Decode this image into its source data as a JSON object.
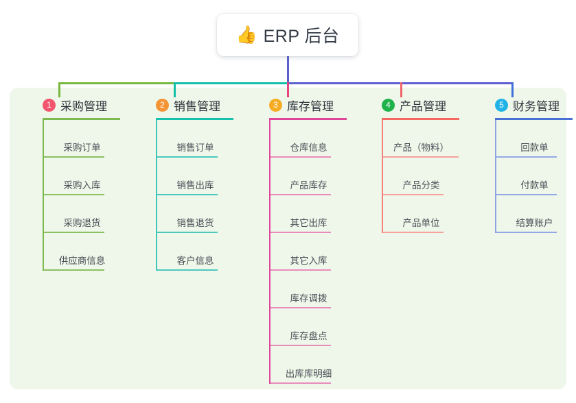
{
  "root": {
    "icon": "thumbs-up-icon",
    "emoji": "👍",
    "title": "ERP 后台"
  },
  "panel": {
    "background": "#eef7e9"
  },
  "connectors": {
    "trunk_color": "#5b5fd0",
    "segments": [
      {
        "name": "trunk-vertical",
        "color": "#5b5fd0"
      },
      {
        "name": "branch-green",
        "color": "#76b83d"
      },
      {
        "name": "branch-teal",
        "color": "#12bfa8"
      },
      {
        "name": "branch-blue",
        "color": "#5b5fd0"
      },
      {
        "name": "drop-green",
        "color": "#76b83d"
      },
      {
        "name": "drop-teal",
        "color": "#12bfa8"
      },
      {
        "name": "drop-pink",
        "color": "#e8437f"
      },
      {
        "name": "drop-red",
        "color": "#f2666b"
      },
      {
        "name": "drop-blue",
        "color": "#3f6fd8"
      }
    ]
  },
  "columns": [
    {
      "index": "1",
      "title": "采购管理",
      "badge_color": "#f2566e",
      "rule_color": "#7cb950",
      "spine_color": "#7cb950",
      "leaf_rule_color": "#8cc063",
      "header_rule_width": 113,
      "leaf_rule_width": 88,
      "items": [
        {
          "label": "采购订单"
        },
        {
          "label": "采购入库"
        },
        {
          "label": "采购退货"
        },
        {
          "label": "供应商信息"
        }
      ]
    },
    {
      "index": "2",
      "title": "销售管理",
      "badge_color": "#f59434",
      "rule_color": "#18c1ae",
      "spine_color": "#3fc5b8",
      "leaf_rule_color": "#4cc9bd",
      "header_rule_width": 113,
      "leaf_rule_width": 88,
      "items": [
        {
          "label": "销售订单"
        },
        {
          "label": "销售出库"
        },
        {
          "label": "销售退货"
        },
        {
          "label": "客户信息"
        }
      ]
    },
    {
      "index": "3",
      "title": "库存管理",
      "badge_color": "#f5ac23",
      "rule_color": "#e0479b",
      "spine_color": "#e0479b",
      "leaf_rule_color": "#e98cbc",
      "header_rule_width": 113,
      "leaf_rule_width": 88,
      "items": [
        {
          "label": "仓库信息"
        },
        {
          "label": "产品库存"
        },
        {
          "label": "其它出库"
        },
        {
          "label": "其它入库"
        },
        {
          "label": "库存调拨"
        },
        {
          "label": "库存盘点"
        },
        {
          "label": "出库库明细"
        }
      ]
    },
    {
      "index": "4",
      "title": "产品管理",
      "badge_color": "#1fb24a",
      "rule_color": "#f4685f",
      "spine_color": "#f2827c",
      "leaf_rule_color": "#f5a19c",
      "header_rule_width": 113,
      "leaf_rule_width": 88,
      "items": [
        {
          "label": "产品（物料）",
          "rule_width": 110
        },
        {
          "label": "产品分类"
        },
        {
          "label": "产品单位"
        }
      ]
    },
    {
      "index": "5",
      "title": "财务管理",
      "badge_color": "#21b3e8",
      "rule_color": "#4a72d6",
      "spine_color": "#8fa4e2",
      "leaf_rule_color": "#93a9e6",
      "header_rule_width": 113,
      "leaf_rule_width": 88,
      "items": [
        {
          "label": "回款单"
        },
        {
          "label": "付款单"
        },
        {
          "label": "结算账户"
        }
      ]
    }
  ],
  "layout": {
    "column_x": [
      38,
      203,
      368,
      532,
      697
    ]
  }
}
